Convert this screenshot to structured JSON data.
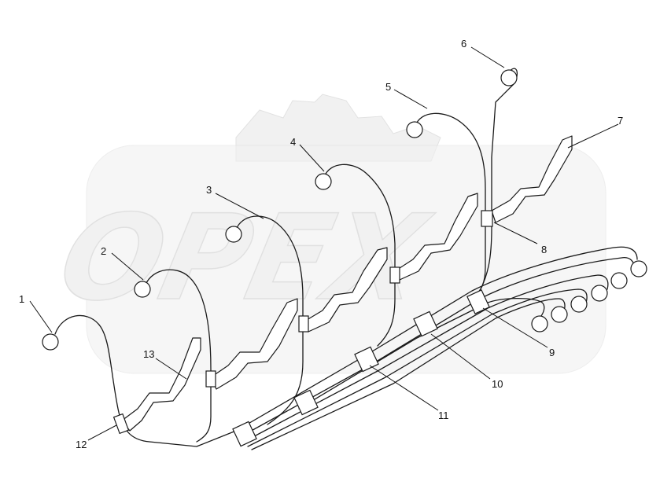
{
  "watermark": {
    "brand": "OPEX"
  },
  "callouts": [
    {
      "id": "1",
      "label": "1"
    },
    {
      "id": "2",
      "label": "2"
    },
    {
      "id": "3",
      "label": "3"
    },
    {
      "id": "4",
      "label": "4"
    },
    {
      "id": "5",
      "label": "5"
    },
    {
      "id": "6",
      "label": "6"
    },
    {
      "id": "7",
      "label": "7"
    },
    {
      "id": "8",
      "label": "8"
    },
    {
      "id": "9",
      "label": "9"
    },
    {
      "id": "10",
      "label": "10"
    },
    {
      "id": "11",
      "label": "11"
    },
    {
      "id": "12",
      "label": "12"
    },
    {
      "id": "13",
      "label": "13"
    }
  ],
  "colors": {
    "line": "#1a1a1a",
    "watermark": "#f1f1f1"
  }
}
